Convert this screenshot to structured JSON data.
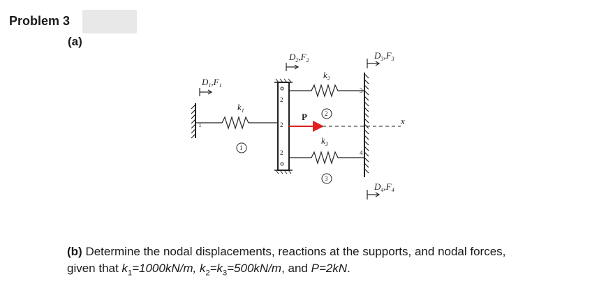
{
  "header": {
    "title": "Problem 3",
    "part_a": "(a)"
  },
  "figure": {
    "labels": {
      "df1": [
        "D",
        "1",
        "F",
        "1"
      ],
      "df2": [
        "D",
        "2",
        "F",
        "2"
      ],
      "df3": [
        "D",
        "3",
        "F",
        "3"
      ],
      "df4": [
        "D",
        "4",
        "F",
        "4"
      ],
      "k1": [
        "k",
        "1"
      ],
      "k2": [
        "k",
        "2"
      ],
      "k3": [
        "k",
        "3"
      ],
      "load": "P",
      "axis": "x"
    },
    "elements": [
      "1",
      "2",
      "3"
    ],
    "nodes": [
      "1",
      "2",
      "2",
      "2",
      "3",
      "4"
    ]
  },
  "statement": {
    "part": "(b)",
    "line1": " Determine the nodal displacements, reactions at the supports, and nodal forces,",
    "line2_a": "given that ",
    "k1": "k",
    "k1_sub": "1",
    "eq1": "=1000kN/m, ",
    "k2": "k",
    "k2_sub": "2",
    "eq_mid": "=",
    "k3": "k",
    "k3_sub": "3",
    "eq2": "=500kN/m",
    "and": ", and ",
    "p": "P=2kN",
    "end": "."
  },
  "colors": {
    "load_arrow": "#e02020",
    "line": "#222222"
  }
}
